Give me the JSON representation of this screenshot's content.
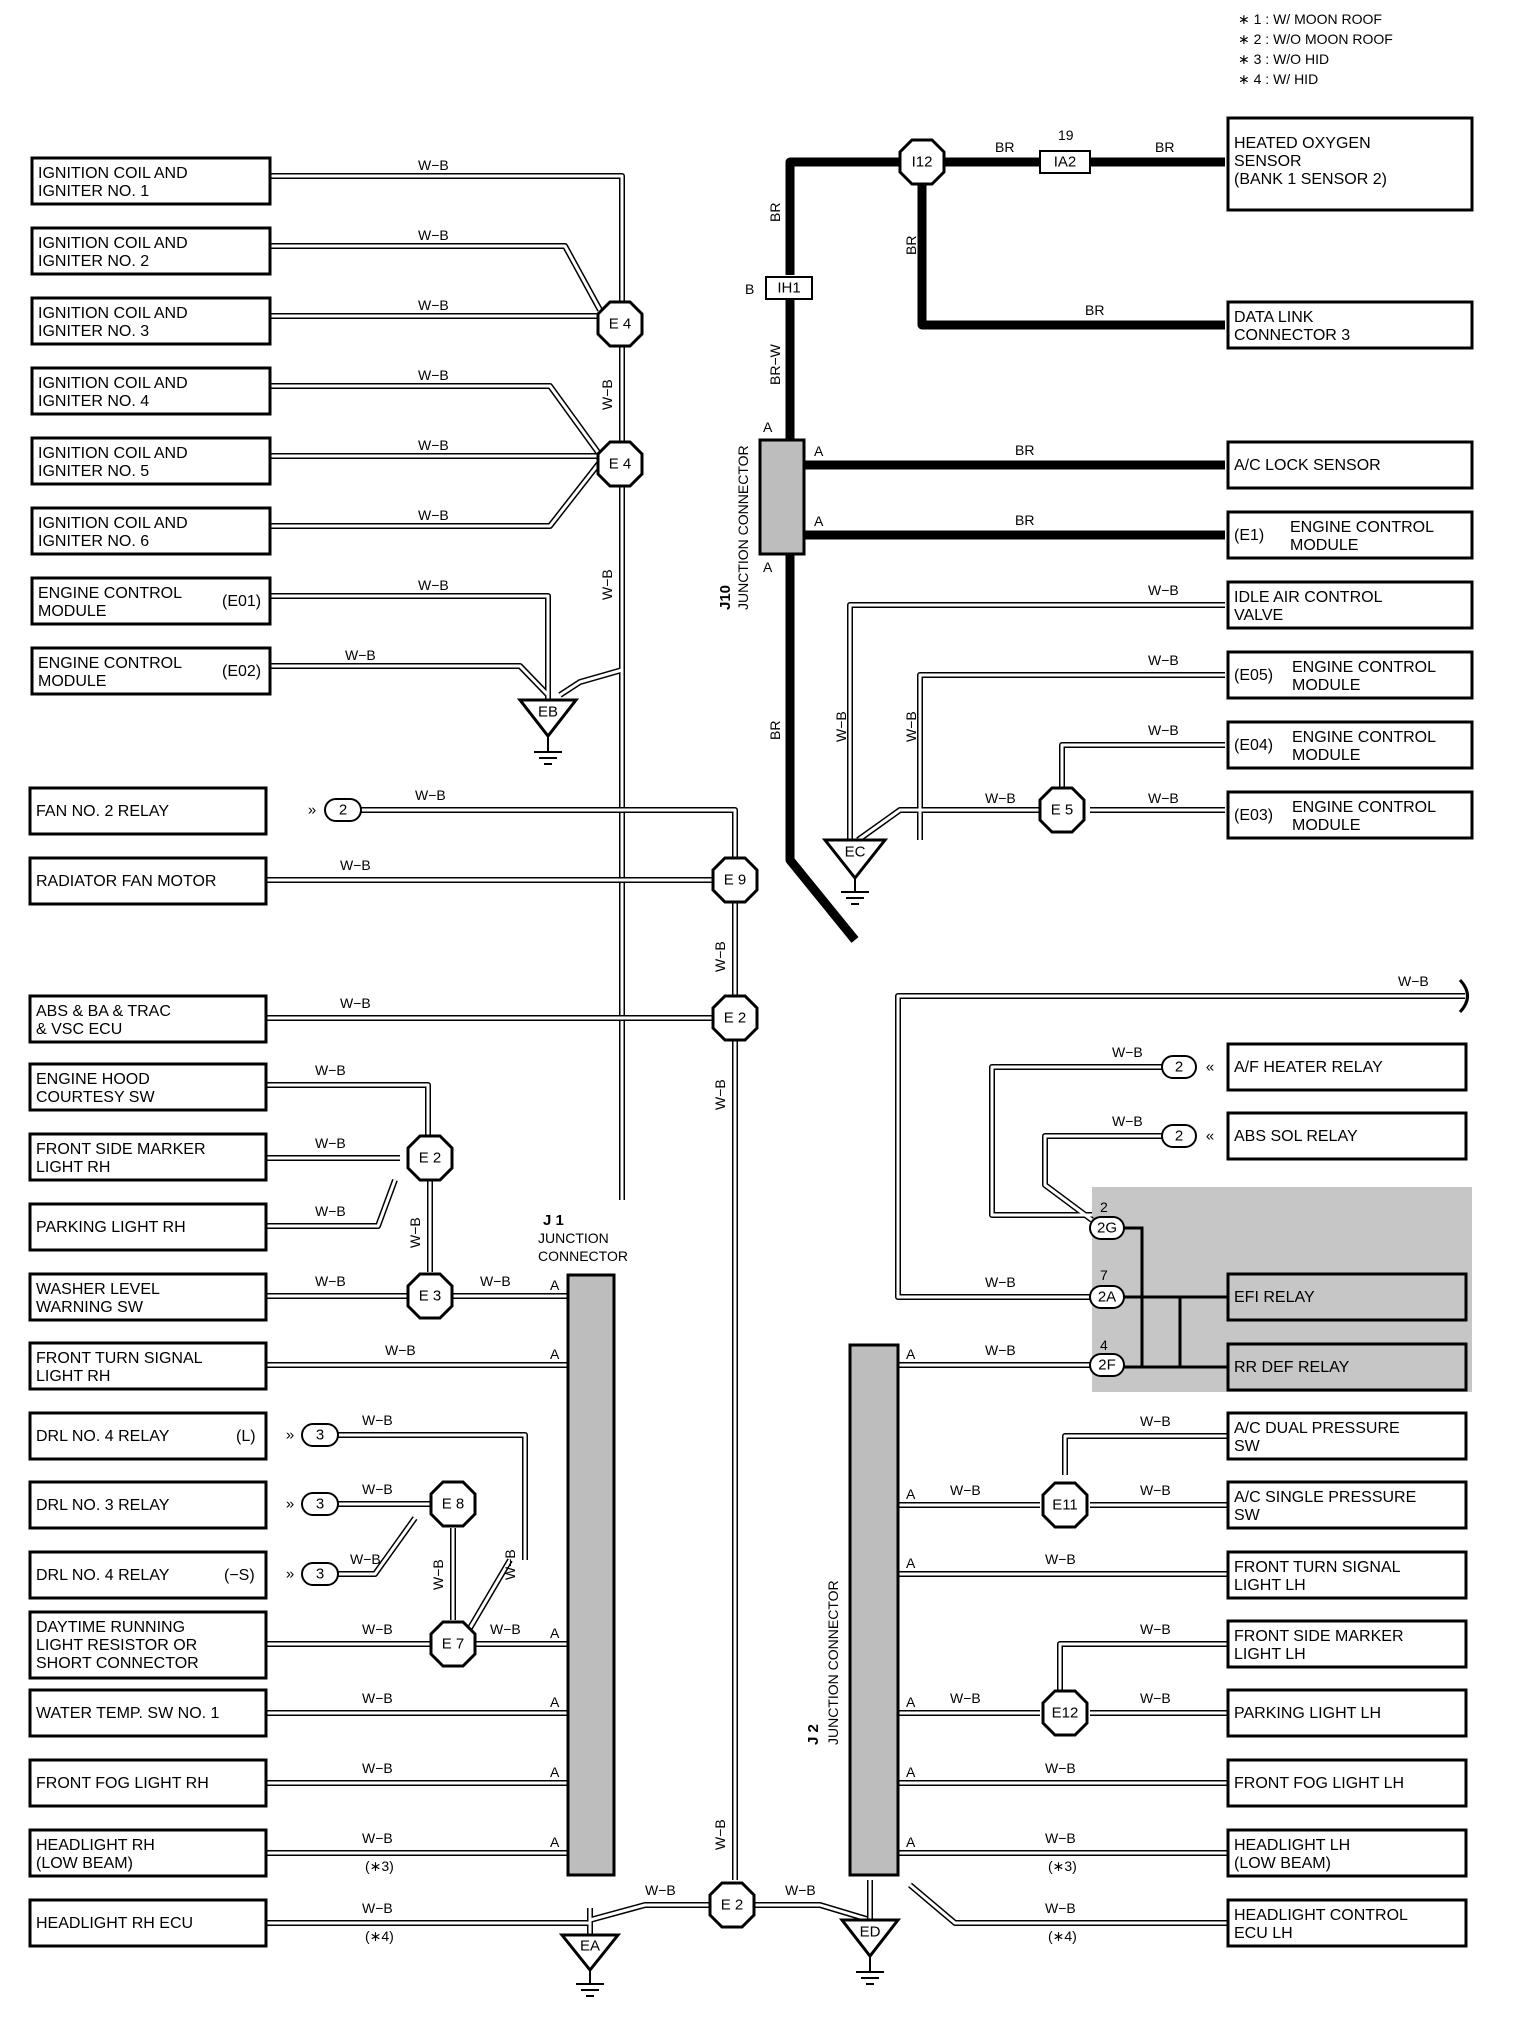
{
  "legend": [
    "∗ 1 : W/ MOON ROOF",
    "∗ 2 : W/O MOON ROOF",
    "∗ 3 : W/O HID",
    "∗ 4 : W/ HID"
  ],
  "left_top": {
    "boxes": [
      [
        "IGNITION COIL AND",
        "IGNITER NO. 1"
      ],
      [
        "IGNITION COIL AND",
        "IGNITER NO. 2"
      ],
      [
        "IGNITION COIL AND",
        "IGNITER NO. 3"
      ],
      [
        "IGNITION COIL AND",
        "IGNITER NO. 4"
      ],
      [
        "IGNITION COIL AND",
        "IGNITER NO. 5"
      ],
      [
        "IGNITION COIL AND",
        "IGNITER NO. 6"
      ],
      [
        "ENGINE CONTROL",
        "MODULE"
      ],
      [
        "ENGINE CONTROL",
        "MODULE"
      ]
    ],
    "pins": [
      "(E01)",
      "(E02)"
    ],
    "nodes": [
      "E 4",
      "E 4"
    ],
    "ground": "EB"
  },
  "right_top": {
    "heated_o2": [
      "HEATED OXYGEN",
      "SENSOR",
      "(BANK 1 SENSOR 2)"
    ],
    "dlc3": [
      "DATA LINK",
      "CONNECTOR 3"
    ],
    "ac_lock": "A/C LOCK SENSOR",
    "ecm_e1": [
      "(E1)",
      "ENGINE CONTROL",
      "MODULE"
    ],
    "iac": [
      "IDLE AIR CONTROL",
      "VALVE"
    ],
    "ecm_e05": [
      "(E05)",
      "ENGINE CONTROL",
      "MODULE"
    ],
    "ecm_e04": [
      "(E04)",
      "ENGINE CONTROL",
      "MODULE"
    ],
    "ecm_e03": [
      "(E03)",
      "ENGINE CONTROL",
      "MODULE"
    ],
    "node_i12": "I12",
    "conn_ia2": "IA2",
    "conn_ia2_num": "19",
    "conn_ih1": "IH1",
    "conn_ih1_pin": "B",
    "j10_title": [
      "J10",
      "JUNCTION CONNECTOR"
    ],
    "node_e5": "E 5",
    "ground": "EC"
  },
  "middle_left": {
    "fan2": "FAN NO. 2 RELAY",
    "fan2_conn": "2",
    "radiator": "RADIATOR FAN MOTOR",
    "abs": [
      "ABS & BA & TRAC",
      "& VSC ECU"
    ],
    "hood": [
      "ENGINE HOOD",
      "COURTESY SW"
    ],
    "fsm_rh": [
      "FRONT SIDE MARKER",
      "LIGHT RH"
    ],
    "park_rh": "PARKING LIGHT RH",
    "washer": [
      "WASHER LEVEL",
      "WARNING SW"
    ],
    "fts_rh": [
      "FRONT TURN SIGNAL",
      "LIGHT RH"
    ],
    "drl4_l": "DRL NO. 4 RELAY",
    "drl4_l_pin": "(L)",
    "drl3": "DRL NO. 3 RELAY",
    "drl4_s": "DRL NO. 4 RELAY",
    "drl4_s_pin": "(−S)",
    "drl_res": [
      "DAYTIME RUNNING",
      "LIGHT RESISTOR OR",
      "SHORT CONNECTOR"
    ],
    "water_temp": "WATER TEMP.  SW NO. 1",
    "fog_rh": "FRONT FOG LIGHT RH",
    "head_rh": [
      "HEADLIGHT RH",
      "(LOW BEAM)"
    ],
    "head_rh_ecu": "HEADLIGHT RH ECU",
    "conn_3": "3",
    "nodes": {
      "e9": "E 9",
      "e2a": "E 2",
      "e2b": "E 2",
      "e3": "E 3",
      "e8": "E 8",
      "e7": "E 7",
      "e2c": "E 2"
    },
    "j1_title": [
      "J 1",
      "JUNCTION",
      "CONNECTOR"
    ],
    "ground": "EA",
    "note3": "(∗3)",
    "note4": "(∗4)"
  },
  "middle_right": {
    "af_heater": "A/F HEATER RELAY",
    "abs_sol": "ABS SOL RELAY",
    "efi": "EFI RELAY",
    "rr_def": "RR DEF RELAY",
    "ac_dual": [
      "A/C DUAL PRESSURE",
      "SW"
    ],
    "ac_single": [
      "A/C SINGLE PRESSURE",
      "SW"
    ],
    "fts_lh": [
      "FRONT TURN SIGNAL",
      "LIGHT LH"
    ],
    "fsm_lh": [
      "FRONT SIDE MARKER",
      "LIGHT LH"
    ],
    "park_lh": "PARKING LIGHT LH",
    "fog_lh": "FRONT FOG LIGHT LH",
    "head_lh": [
      "HEADLIGHT LH",
      "(LOW BEAM)"
    ],
    "head_ecu_lh": [
      "HEADLIGHT CONTROL",
      "ECU LH"
    ],
    "conn_2": "2",
    "conns": [
      {
        "num": "2",
        "id": "2G"
      },
      {
        "num": "7",
        "id": "2A"
      },
      {
        "num": "4",
        "id": "2F"
      }
    ],
    "nodes": {
      "e11": "E11",
      "e12": "E12"
    },
    "j2_title": [
      "J 2",
      "JUNCTION CONNECTOR"
    ],
    "ground": "ED"
  },
  "wire": {
    "wb": "W−B",
    "br": "BR",
    "brw": "BR−W",
    "pin_a": "A"
  }
}
